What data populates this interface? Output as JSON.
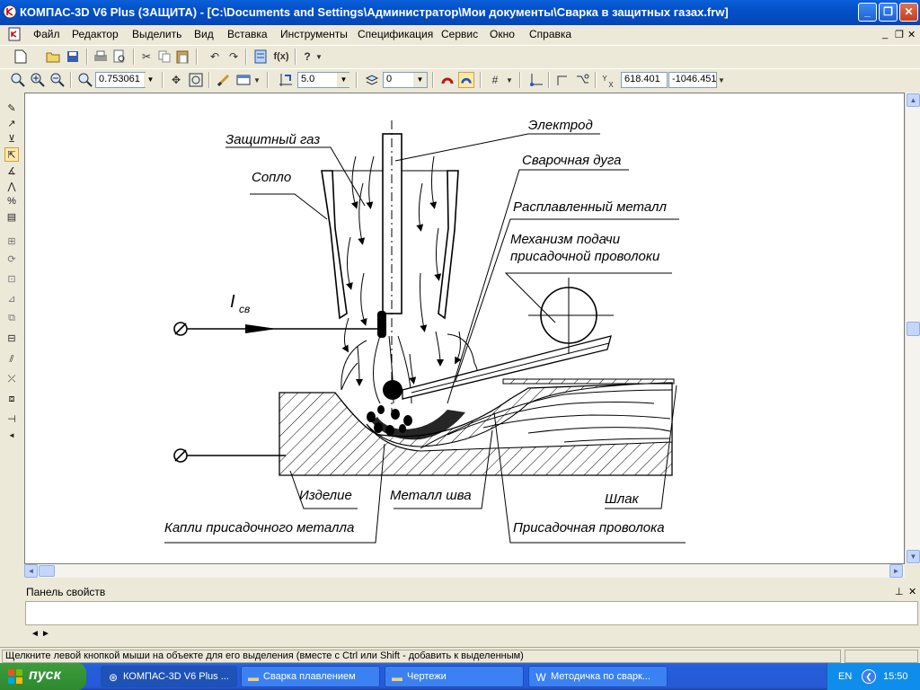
{
  "window": {
    "title": "КОМПАС-3D V6 Plus (ЗАЩИТА) - [C:\\Documents and Settings\\Администратор\\Мои документы\\Сварка в защитных газах.frw]",
    "minimize": "_",
    "maximize": "❐",
    "close": "✕"
  },
  "menu": {
    "items": [
      "Файл",
      "Редактор",
      "Выделить",
      "Вид",
      "Вставка",
      "Инструменты",
      "Спецификация",
      "Сервис",
      "Окно",
      "Справка"
    ],
    "mdi_minimize": "_",
    "mdi_restore": "❐",
    "mdi_close": "✕"
  },
  "toolbar_standard": {
    "function_button": "f(x)",
    "help_button": "?"
  },
  "toolbar_view": {
    "zoom_value": "0.753061",
    "step_value": "5.0",
    "layer_value": "0",
    "coord_x": "618.401",
    "coord_y": "-1046.451",
    "coord_label_y": "Y",
    "coord_label_x": "X"
  },
  "drawing": {
    "labels": {
      "electrode": "Электрод",
      "shield_gas": "Защитный газ",
      "arc": "Сварочная дуга",
      "nozzle": "Сопло",
      "molten_metal": "Расплавленный металл",
      "feed_mechanism_1": "Механизм подачи",
      "feed_mechanism_2": "присадочной проволоки",
      "current": "I",
      "current_sub": "св",
      "part": "Изделие",
      "weld_metal": "Металл шва",
      "slag": "Шлак",
      "drops": "Капли присадочного металла",
      "filler_wire": "Присадочная проволока"
    }
  },
  "properties_panel": {
    "title": "Панель свойств",
    "pin": "⊥",
    "close": "✕"
  },
  "nav": {
    "prev": "◄",
    "next": "►"
  },
  "status": {
    "message": "Щелкните левой кнопкой мыши на объекте для его выделения (вместе с Ctrl или Shift - добавить к выделенным)"
  },
  "taskbar": {
    "start": "пуск",
    "tasks": [
      "КОМПАС-3D V6 Plus ...",
      "Сварка плавлением",
      "Чертежи",
      "Методичка по сварк..."
    ],
    "lang": "EN",
    "clock": "15:50"
  },
  "colors": {
    "titlebar": "#0450c8",
    "taskbar": "#245edb",
    "start": "#3c9c3c",
    "chrome": "#ece9d8"
  }
}
